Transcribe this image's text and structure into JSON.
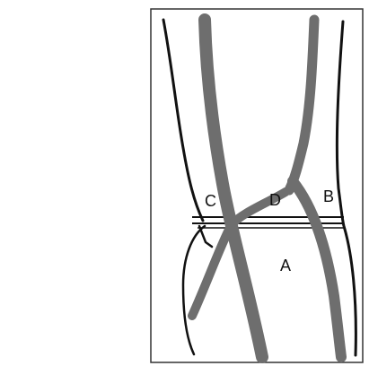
{
  "diagram": {
    "labels": {
      "a": "A",
      "b": "B",
      "c": "C",
      "d": "D"
    },
    "colors": {
      "frame": "#333333",
      "outline": "#111111",
      "vessel": "#6e6e6e",
      "background": "#ffffff"
    }
  }
}
